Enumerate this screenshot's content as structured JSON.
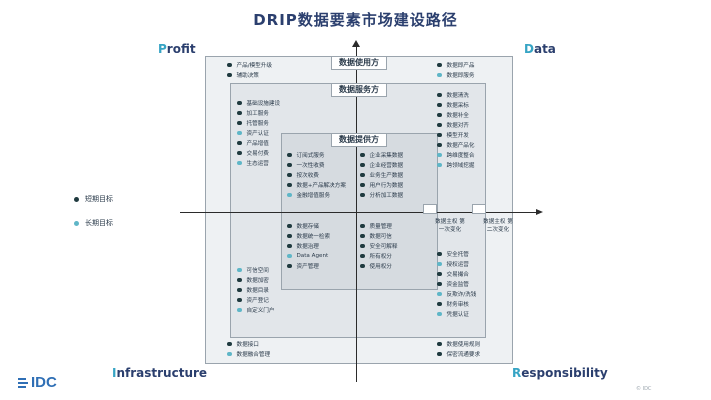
{
  "title": "DRIP数据要素市场建设路径",
  "corners": {
    "profit": {
      "first": "P",
      "rest": "rofit"
    },
    "data": {
      "first": "D",
      "rest": "ata"
    },
    "infrastructure": {
      "first": "I",
      "rest": "nfrastructure"
    },
    "responsibility": {
      "first": "R",
      "rest": "esponsibility"
    }
  },
  "legend": {
    "short": "短期目标",
    "long": "长期目标"
  },
  "colors": {
    "short_dot": "#1f3a3f",
    "long_dot": "#5fb6c7",
    "accent": "#36a4c4",
    "title": "#2b3f6e"
  },
  "boxes": {
    "usage": "数据使用方",
    "service": "数据服务方",
    "provider": "数据提供方"
  },
  "lists": {
    "outer_tl": [
      {
        "text": "产品/模型升级",
        "t": "dk"
      },
      {
        "text": "辅助决策",
        "t": "dk"
      }
    ],
    "outer_tr": [
      {
        "text": "数据即产品",
        "t": "dk"
      },
      {
        "text": "数据即服务",
        "t": "lt"
      }
    ],
    "outer_bl": [
      {
        "text": "数据接口",
        "t": "dk"
      },
      {
        "text": "数据融合管理",
        "t": "lt"
      }
    ],
    "outer_br": [
      {
        "text": "数据使用规则",
        "t": "dk"
      },
      {
        "text": "保密流通要求",
        "t": "dk"
      }
    ],
    "mid_tl": [
      {
        "text": "基础设施建设",
        "t": "dk"
      },
      {
        "text": "加工服务",
        "t": "dk"
      },
      {
        "text": "托管服务",
        "t": "dk"
      },
      {
        "text": "资产认证",
        "t": "lt"
      },
      {
        "text": "产品增值",
        "t": "dk"
      },
      {
        "text": "交易付费",
        "t": "dk"
      },
      {
        "text": "生态运营",
        "t": "lt"
      }
    ],
    "mid_tr": [
      {
        "text": "数据清洗",
        "t": "dk"
      },
      {
        "text": "数据采标",
        "t": "dk"
      },
      {
        "text": "数据补全",
        "t": "dk"
      },
      {
        "text": "数据对齐",
        "t": "dk"
      },
      {
        "text": "模型开发",
        "t": "dk"
      },
      {
        "text": "数据产品化",
        "t": "dk"
      },
      {
        "text": "跨维度整合",
        "t": "lt"
      },
      {
        "text": "跨领域挖掘",
        "t": "lt"
      }
    ],
    "mid_bl": [
      {
        "text": "可信空间",
        "t": "lt"
      },
      {
        "text": "数据加密",
        "t": "dk"
      },
      {
        "text": "数据目录",
        "t": "dk"
      },
      {
        "text": "资产登记",
        "t": "dk"
      },
      {
        "text": "自定义门户",
        "t": "lt"
      }
    ],
    "mid_br": [
      {
        "text": "安全托管",
        "t": "dk"
      },
      {
        "text": "授权运营",
        "t": "lt"
      },
      {
        "text": "交易撮合",
        "t": "dk"
      },
      {
        "text": "资金监管",
        "t": "dk"
      },
      {
        "text": "反欺诈/洗钱",
        "t": "lt"
      },
      {
        "text": "财务审核",
        "t": "dk"
      },
      {
        "text": "凭据认证",
        "t": "lt"
      }
    ],
    "in_tl": [
      {
        "text": "订阅式服务",
        "t": "dk"
      },
      {
        "text": "一次性收费",
        "t": "dk"
      },
      {
        "text": "按次收费",
        "t": "dk"
      },
      {
        "text": "数据+产品解决方案",
        "t": "dk"
      },
      {
        "text": "金融增值服务",
        "t": "lt"
      }
    ],
    "in_tr": [
      {
        "text": "企业采集数据",
        "t": "dk"
      },
      {
        "text": "企业经营数据",
        "t": "dk"
      },
      {
        "text": "业务生产数据",
        "t": "dk"
      },
      {
        "text": "用户行为数据",
        "t": "dk"
      },
      {
        "text": "分析加工数据",
        "t": "dk"
      }
    ],
    "in_bl": [
      {
        "text": "数据存储",
        "t": "dk"
      },
      {
        "text": "数据统一检索",
        "t": "dk"
      },
      {
        "text": "数据治理",
        "t": "dk"
      },
      {
        "text": "Data Agent",
        "t": "lt"
      },
      {
        "text": "资产管理",
        "t": "dk"
      }
    ],
    "in_br": [
      {
        "text": "质量管理",
        "t": "dk"
      },
      {
        "text": "数据可信",
        "t": "dk"
      },
      {
        "text": "安全可解释",
        "t": "dk"
      },
      {
        "text": "所有权分",
        "t": "dk"
      },
      {
        "text": "使用权分",
        "t": "dk"
      }
    ]
  },
  "shifts": {
    "first": {
      "line1": "数据主权",
      "suffix": "第",
      "line2": "一次变化"
    },
    "second": {
      "line1": "数据主权",
      "suffix": "第",
      "line2": "二次变化"
    }
  },
  "logo": "IDC",
  "copyright": "© IDC"
}
